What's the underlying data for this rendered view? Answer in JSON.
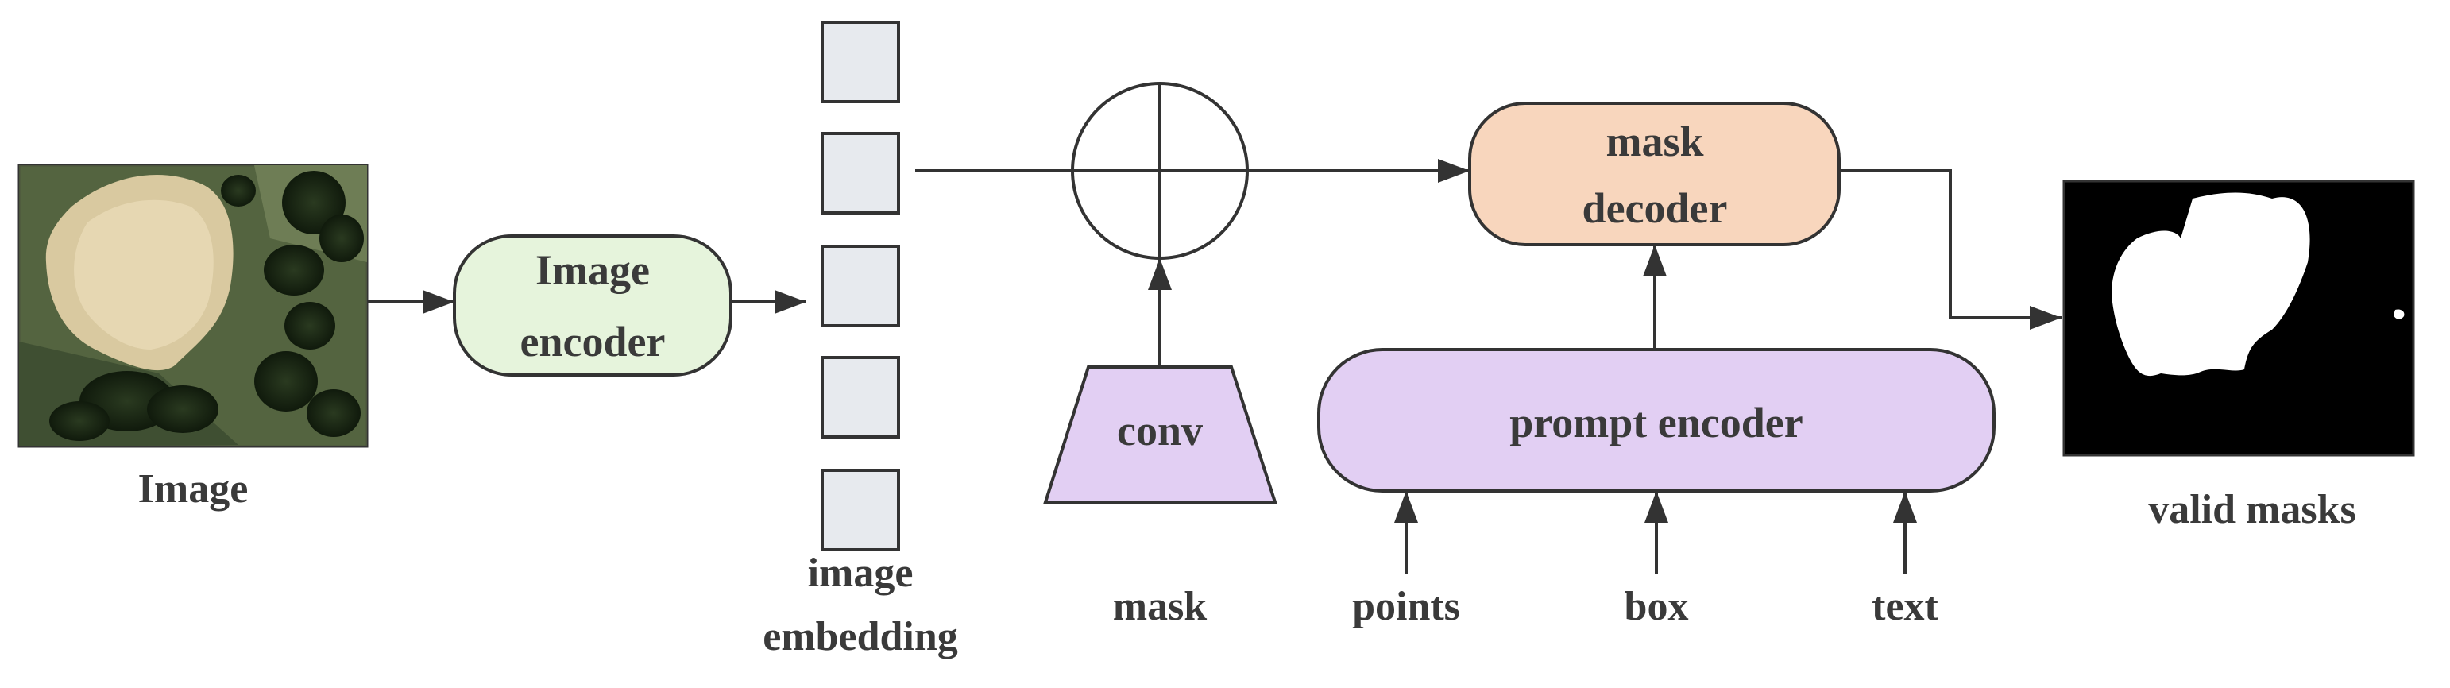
{
  "labels": {
    "image": "Image",
    "image_encoder_line1": "Image",
    "image_encoder_line2": "encoder",
    "embedding_line1": "image",
    "embedding_line2": "embedding",
    "conv": "conv",
    "mask": "mask",
    "mask_decoder_line1": "mask",
    "mask_decoder_line2": "decoder",
    "prompt_encoder": "prompt encoder",
    "points": "points",
    "box": "box",
    "text": "text",
    "valid_masks": "valid masks"
  },
  "colors": {
    "stroke": "#333333",
    "text": "#3a3a3a",
    "image_encoder_fill": "#e6f4dc",
    "embedding_fill": "#e7eaee",
    "conv_fill": "#e2cff3",
    "mask_decoder_fill": "#f8d6bd",
    "prompt_encoder_fill": "#e2cff3",
    "mask_bg": "#000000",
    "mask_fg": "#ffffff"
  },
  "icons": {
    "input_image": "aerial-photo",
    "output_mask": "binary-mask"
  }
}
